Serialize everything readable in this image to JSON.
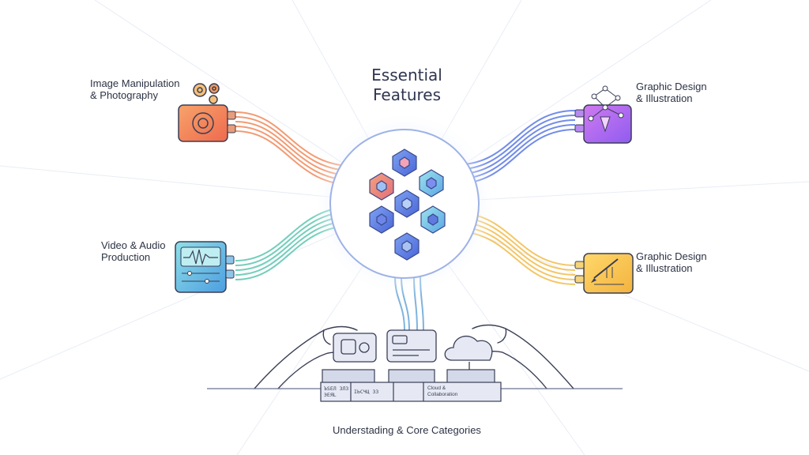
{
  "hub": {
    "title_line1": "Essential",
    "title_line2": "Features"
  },
  "nodes": {
    "image": {
      "line1": "Image Manipulation",
      "line2": "& Photography",
      "color": "#f2734a"
    },
    "graphic_top": {
      "line1": "Graphic Design",
      "line2": "& Illustration",
      "color": "#a35ce8"
    },
    "video": {
      "line1": "Video & Audio",
      "line2": "Production",
      "color": "#4fb8d6"
    },
    "graphic_bottom": {
      "line1": "Graphic Design",
      "line2": "& Illustration",
      "color": "#f2c14a"
    }
  },
  "base": {
    "box1_line1": "ЪЅЕЛ ЗЛЗ",
    "box1_line2": "ЭЕЯL",
    "box2": "ІЬСЧЦ ЗЗ",
    "cloud_line1": "Cloud &",
    "cloud_line2": "Collaboration"
  },
  "caption": "Understading & Core Categories"
}
